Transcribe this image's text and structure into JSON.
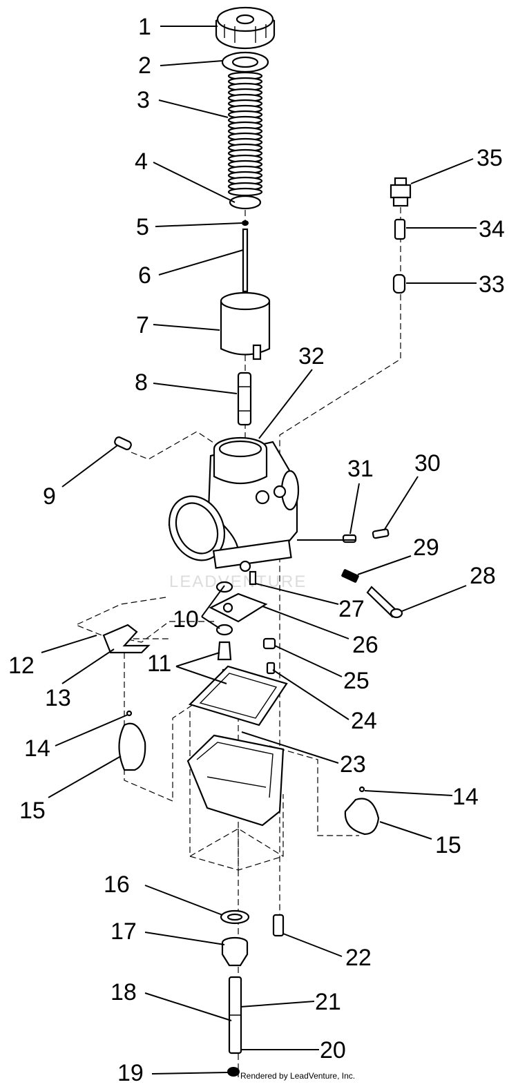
{
  "diagram": {
    "watermark": "LEADVENTURE",
    "footer": "Rendered by LeadVenture, Inc.",
    "callouts": [
      "1",
      "2",
      "3",
      "4",
      "5",
      "6",
      "7",
      "8",
      "9",
      "10",
      "11",
      "12",
      "13",
      "14",
      "15",
      "16",
      "17",
      "18",
      "19",
      "20",
      "21",
      "22",
      "23",
      "24",
      "25",
      "26",
      "27",
      "28",
      "29",
      "30",
      "31",
      "32",
      "33",
      "34",
      "35",
      "14",
      "15"
    ]
  }
}
